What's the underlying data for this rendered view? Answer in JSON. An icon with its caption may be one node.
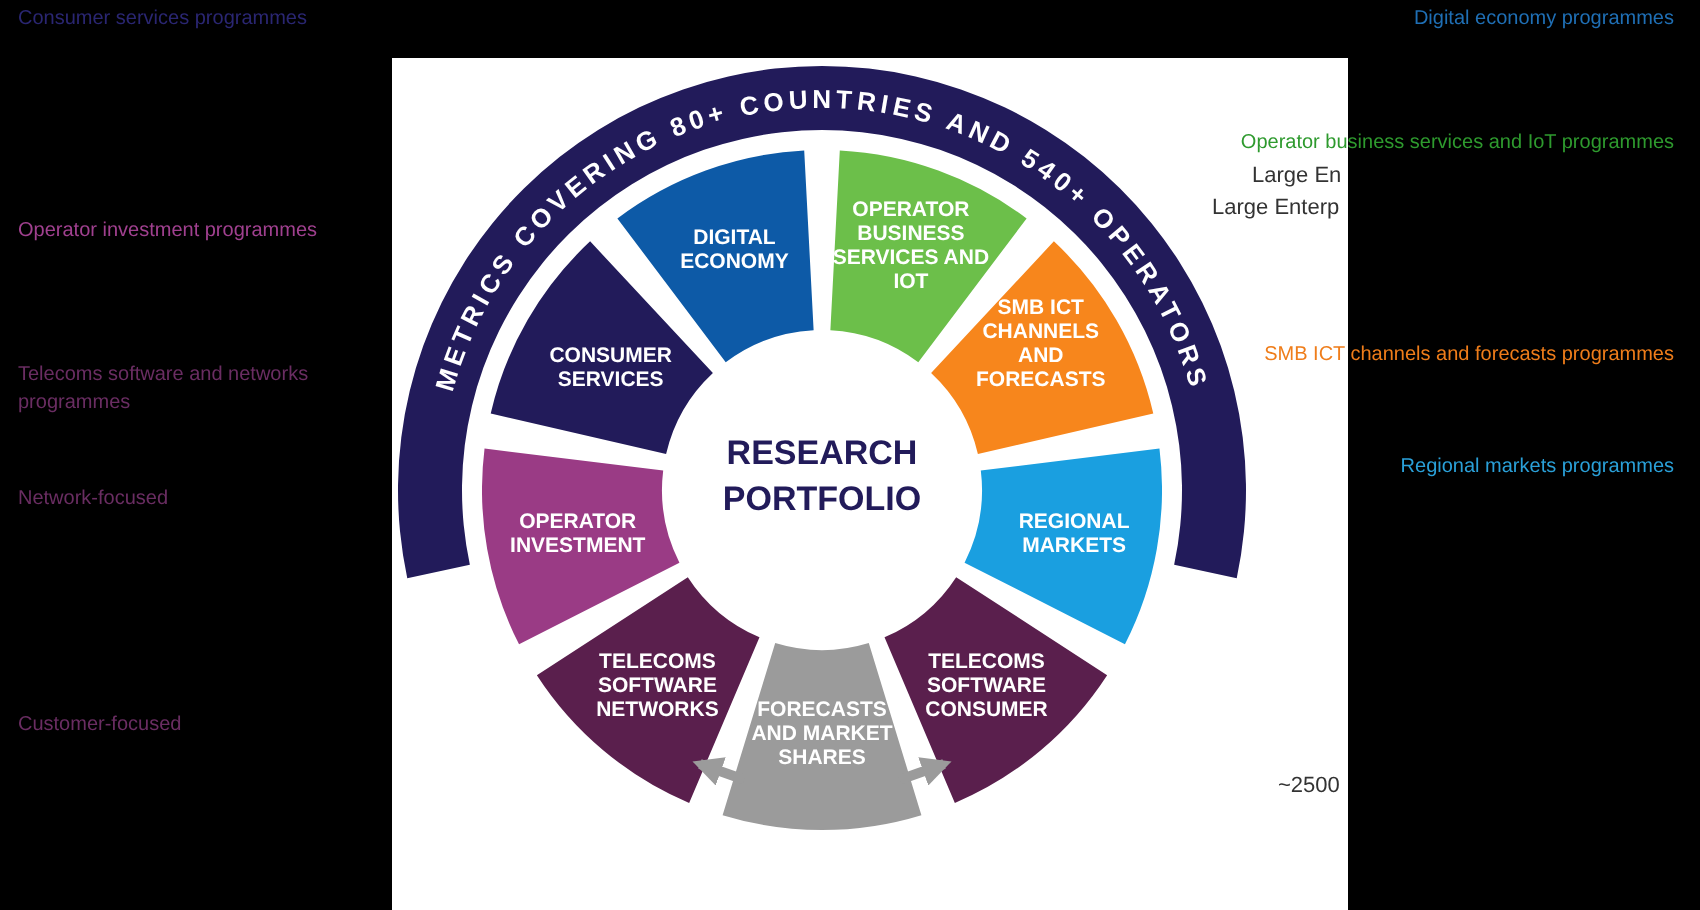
{
  "diagram": {
    "nodes": [
      {
        "text": [
          "METRICS COVERING 80+ COUNTRIES AND 540+ OPERATORS"
        ]
      },
      {
        "text": [
          "CONSUMER SERVICES"
        ]
      },
      {
        "text": [
          "DIGITAL ECONOMY"
        ]
      },
      {
        "text": [
          "OPERATOR BUSINESS SERVICES AND IOT"
        ]
      },
      {
        "text": [
          "SMB ICT CHANNELS AND FORECASTS"
        ]
      },
      {
        "text": [
          "REGIONAL MARKETS"
        ]
      },
      {
        "text": [
          "TELECOMS SOFTWARE CONSUMER"
        ]
      },
      {
        "text": [
          "FORECASTS AND MARKET SHARES"
        ]
      },
      {
        "text": [
          "TELECOMS SOFTWARE NETWORKS"
        ]
      },
      {
        "text": [
          "OPERATOR INVESTMENT"
        ]
      }
    ],
    "edges": [
      {
        "from": 7,
        "to": 8,
        "arrow": "to"
      },
      {
        "from": 7,
        "to": 6,
        "arrow": "to"
      }
    ],
    "labels": [
      "Consumer services programmes",
      "Digital economy programmes",
      "Operator business services and IoT programmes",
      "Large En",
      "Operator investment programmes",
      "Large Enterp",
      "SMB ICT channels and forecasts programmes",
      "Telecoms software and networks programmes",
      "RESEARCH PORTFOLIO",
      "Regional markets programmes",
      "Network-focused",
      "Customer-focused",
      "~2500"
    ]
  }
}
